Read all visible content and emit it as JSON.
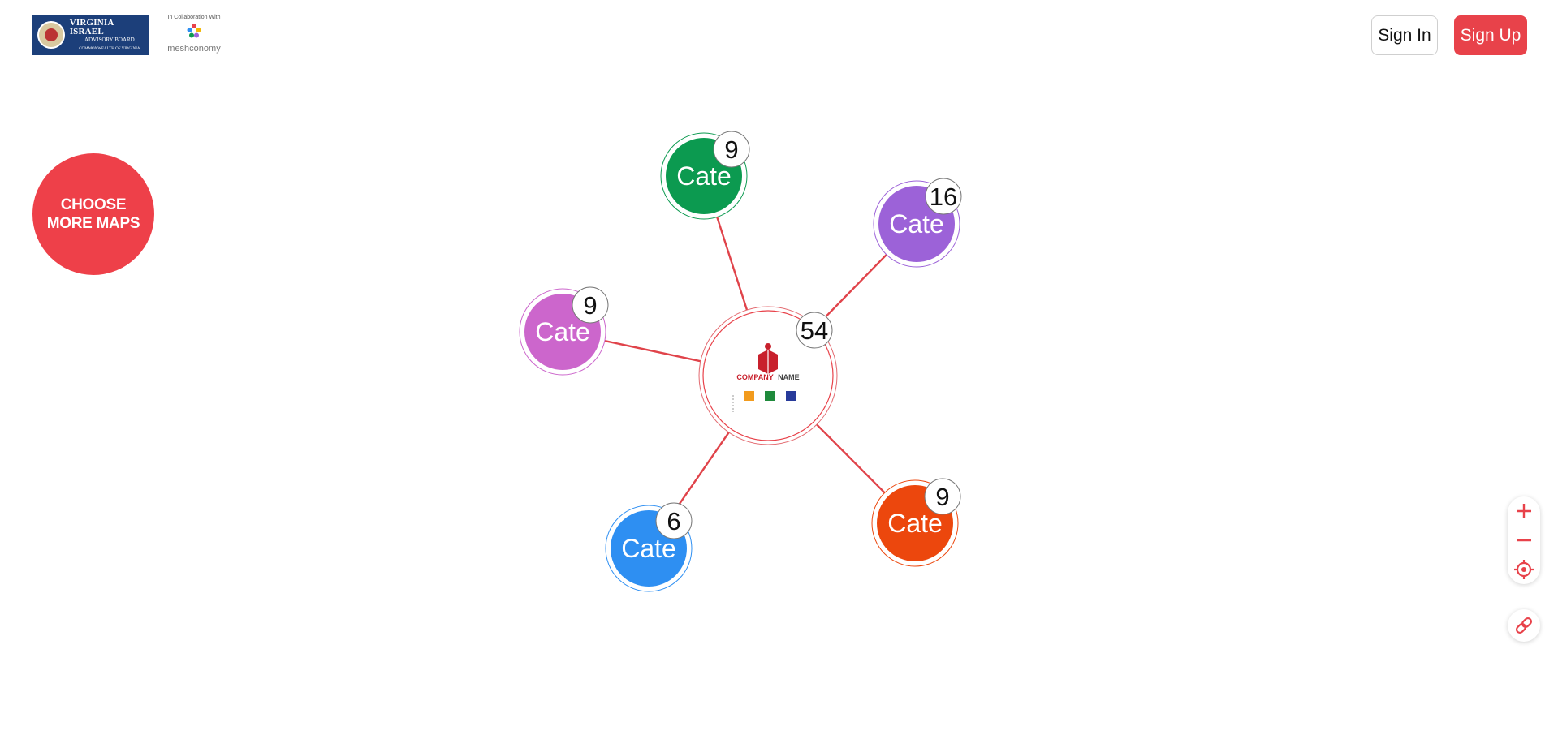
{
  "header": {
    "logo_primary": {
      "line1": "VIRGINIA ISRAEL",
      "line2": "ADVISORY BOARD",
      "line3": "COMMONWEALTH OF VIRGINIA"
    },
    "collab_label": "In Collaboration With",
    "collab_brand": "meshconomy",
    "sign_in_label": "Sign In",
    "sign_up_label": "Sign Up"
  },
  "choose_maps_label": "CHOOSE MORE MAPS",
  "colors": {
    "accent": "#e8424a",
    "edge": "#e0434a"
  },
  "map": {
    "center": {
      "count": "54",
      "logo_text_bold": "COMPANY",
      "logo_text": "NAME"
    },
    "nodes": [
      {
        "label": "Cate",
        "count": "9",
        "color": "#0c9a50"
      },
      {
        "label": "Cate",
        "count": "16",
        "color": "#9c62d8"
      },
      {
        "label": "Cate",
        "count": "9",
        "color": "#cc66cc"
      },
      {
        "label": "Cate",
        "count": "6",
        "color": "#2e8ff2"
      },
      {
        "label": "Cate",
        "count": "9",
        "color": "#ec470d"
      }
    ]
  },
  "controls": {
    "zoom_in": "plus-icon",
    "zoom_out": "minus-icon",
    "locate": "crosshair-icon",
    "share": "link-icon"
  }
}
